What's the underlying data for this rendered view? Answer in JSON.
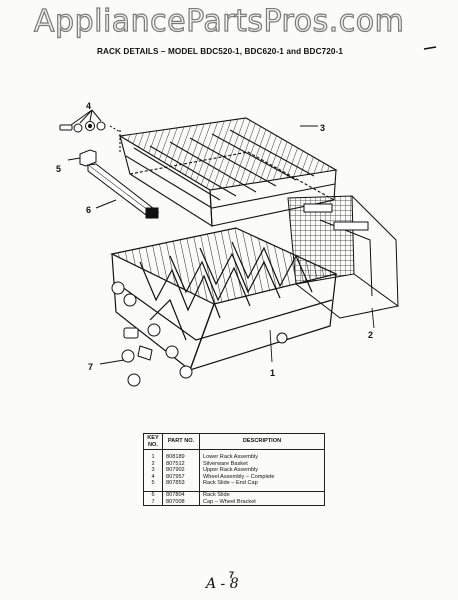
{
  "watermark": "AppliancePartsPros.com",
  "title": "RACK DETAILS – MODEL BDC520-1, BDC620-1 and BDC720-1",
  "callouts": [
    "1",
    "2",
    "3",
    "4",
    "5",
    "6",
    "7"
  ],
  "legend": {
    "header": {
      "key": "KEY NO.",
      "part": "PART NO.",
      "description": "DESCRIPTION"
    },
    "rows": [
      {
        "key": "1",
        "part": "808189",
        "description": "Lower Rack Assembly"
      },
      {
        "key": "2",
        "part": "807512",
        "description": "Silverware Basket"
      },
      {
        "key": "3",
        "part": "807902",
        "description": "Upper Rack Assembly"
      },
      {
        "key": "4",
        "part": "807957",
        "description": "Wheel Assembly – Complete"
      },
      {
        "key": "5",
        "part": "807853",
        "description": "Rack Slide – End Cap"
      },
      {
        "key": "6",
        "part": "807804",
        "description": "Rack Slide"
      },
      {
        "key": "7",
        "part": "807008",
        "description": "Cap – Wheel Bracket"
      }
    ]
  },
  "page_number": "7",
  "handwritten": "A - 8"
}
